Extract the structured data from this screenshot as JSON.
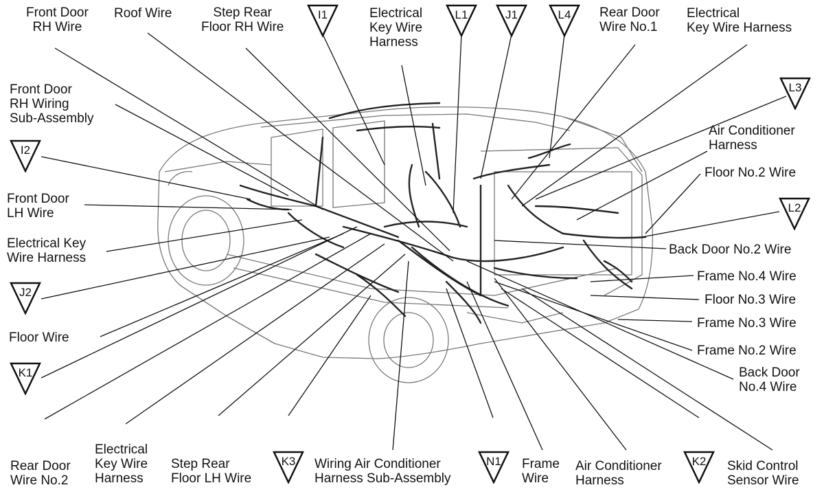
{
  "labels": {
    "front_door_rh_wire": [
      "Front Door",
      "RH Wire"
    ],
    "roof_wire": [
      "Roof Wire"
    ],
    "step_rear_floor_rh_wire": [
      "Step Rear",
      "Floor RH Wire"
    ],
    "electrical_key_wire_harness_top": [
      "Electrical",
      "Key Wire",
      "Harness"
    ],
    "rear_door_wire_no1": [
      "Rear Door",
      "Wire No.1"
    ],
    "electrical_key_wire_harness_topright": [
      "Electrical",
      "Key Wire Harness"
    ],
    "front_door_rh_wiring_sub_assembly": [
      "Front Door",
      "RH Wiring",
      "Sub-Assembly"
    ],
    "air_conditioner_harness_right": [
      "Air Conditioner",
      "Harness"
    ],
    "floor_no2_wire": [
      "Floor No.2 Wire"
    ],
    "front_door_lh_wire": [
      "Front Door",
      "LH Wire"
    ],
    "electrical_key_wire_harness_left": [
      "Electrical Key",
      "Wire Harness"
    ],
    "back_door_no2_wire": [
      "Back Door No.2 Wire"
    ],
    "frame_no4_wire": [
      "Frame No.4 Wire"
    ],
    "floor_no3_wire": [
      "Floor No.3 Wire"
    ],
    "frame_no3_wire": [
      "Frame No.3 Wire"
    ],
    "floor_wire": [
      "Floor Wire"
    ],
    "frame_no2_wire": [
      "Frame No.2 Wire"
    ],
    "back_door_no4_wire": [
      "Back Door",
      "No.4 Wire"
    ],
    "rear_door_wire_no2": [
      "Rear Door",
      "Wire No.2"
    ],
    "electrical_key_wire_harness_bottom": [
      "Electrical",
      "Key Wire",
      "Harness"
    ],
    "step_rear_floor_lh_wire": [
      "Step Rear",
      "Floor LH Wire"
    ],
    "wiring_air_conditioner_harness_sub_assembly": [
      "Wiring Air Conditioner",
      "Harness Sub-Assembly"
    ],
    "frame_wire": [
      "Frame",
      "Wire"
    ],
    "air_conditioner_harness_bottom": [
      "Air Conditioner",
      "Harness"
    ],
    "skid_control_sensor_wire": [
      "Skid Control",
      "Sensor Wire"
    ]
  },
  "connectors": {
    "i1": "I1",
    "l1": "L1",
    "j1": "J1",
    "l4": "L4",
    "l3": "L3",
    "i2": "I2",
    "l2": "L2",
    "j2": "J2",
    "k1": "K1",
    "k3": "K3",
    "n1": "N1",
    "k2": "K2"
  }
}
